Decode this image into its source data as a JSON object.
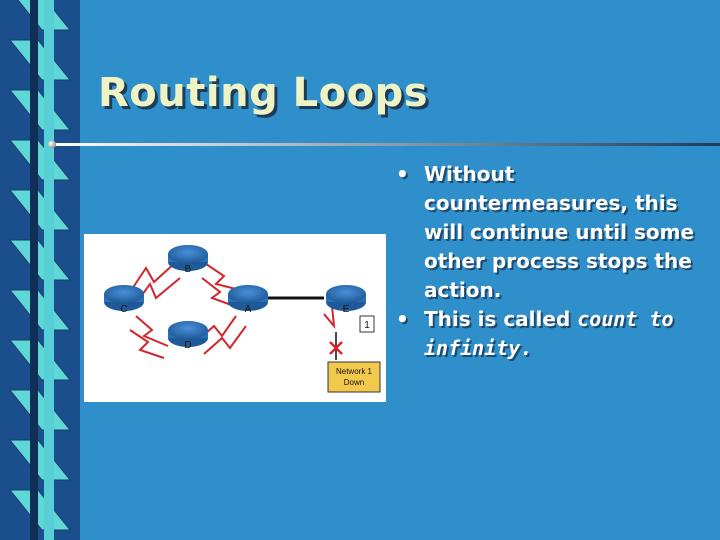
{
  "slide": {
    "title": "Routing Loops",
    "bullets": [
      {
        "text": "Without countermeasures, this will continue until some other process stops the action."
      },
      {
        "text_before": "This is called ",
        "text_emphasis": "count to infinity."
      }
    ]
  },
  "diagram": {
    "routers": [
      "B",
      "C",
      "A",
      "E",
      "D"
    ],
    "badge": "1",
    "network_label_line1": "Network 1",
    "network_label_line2": "Down"
  },
  "colors": {
    "background": "#2f8fca",
    "title": "#eef3c6",
    "router": "#2b6fb3",
    "arrow": "#d0262d",
    "label_box": "#f2c94c"
  }
}
